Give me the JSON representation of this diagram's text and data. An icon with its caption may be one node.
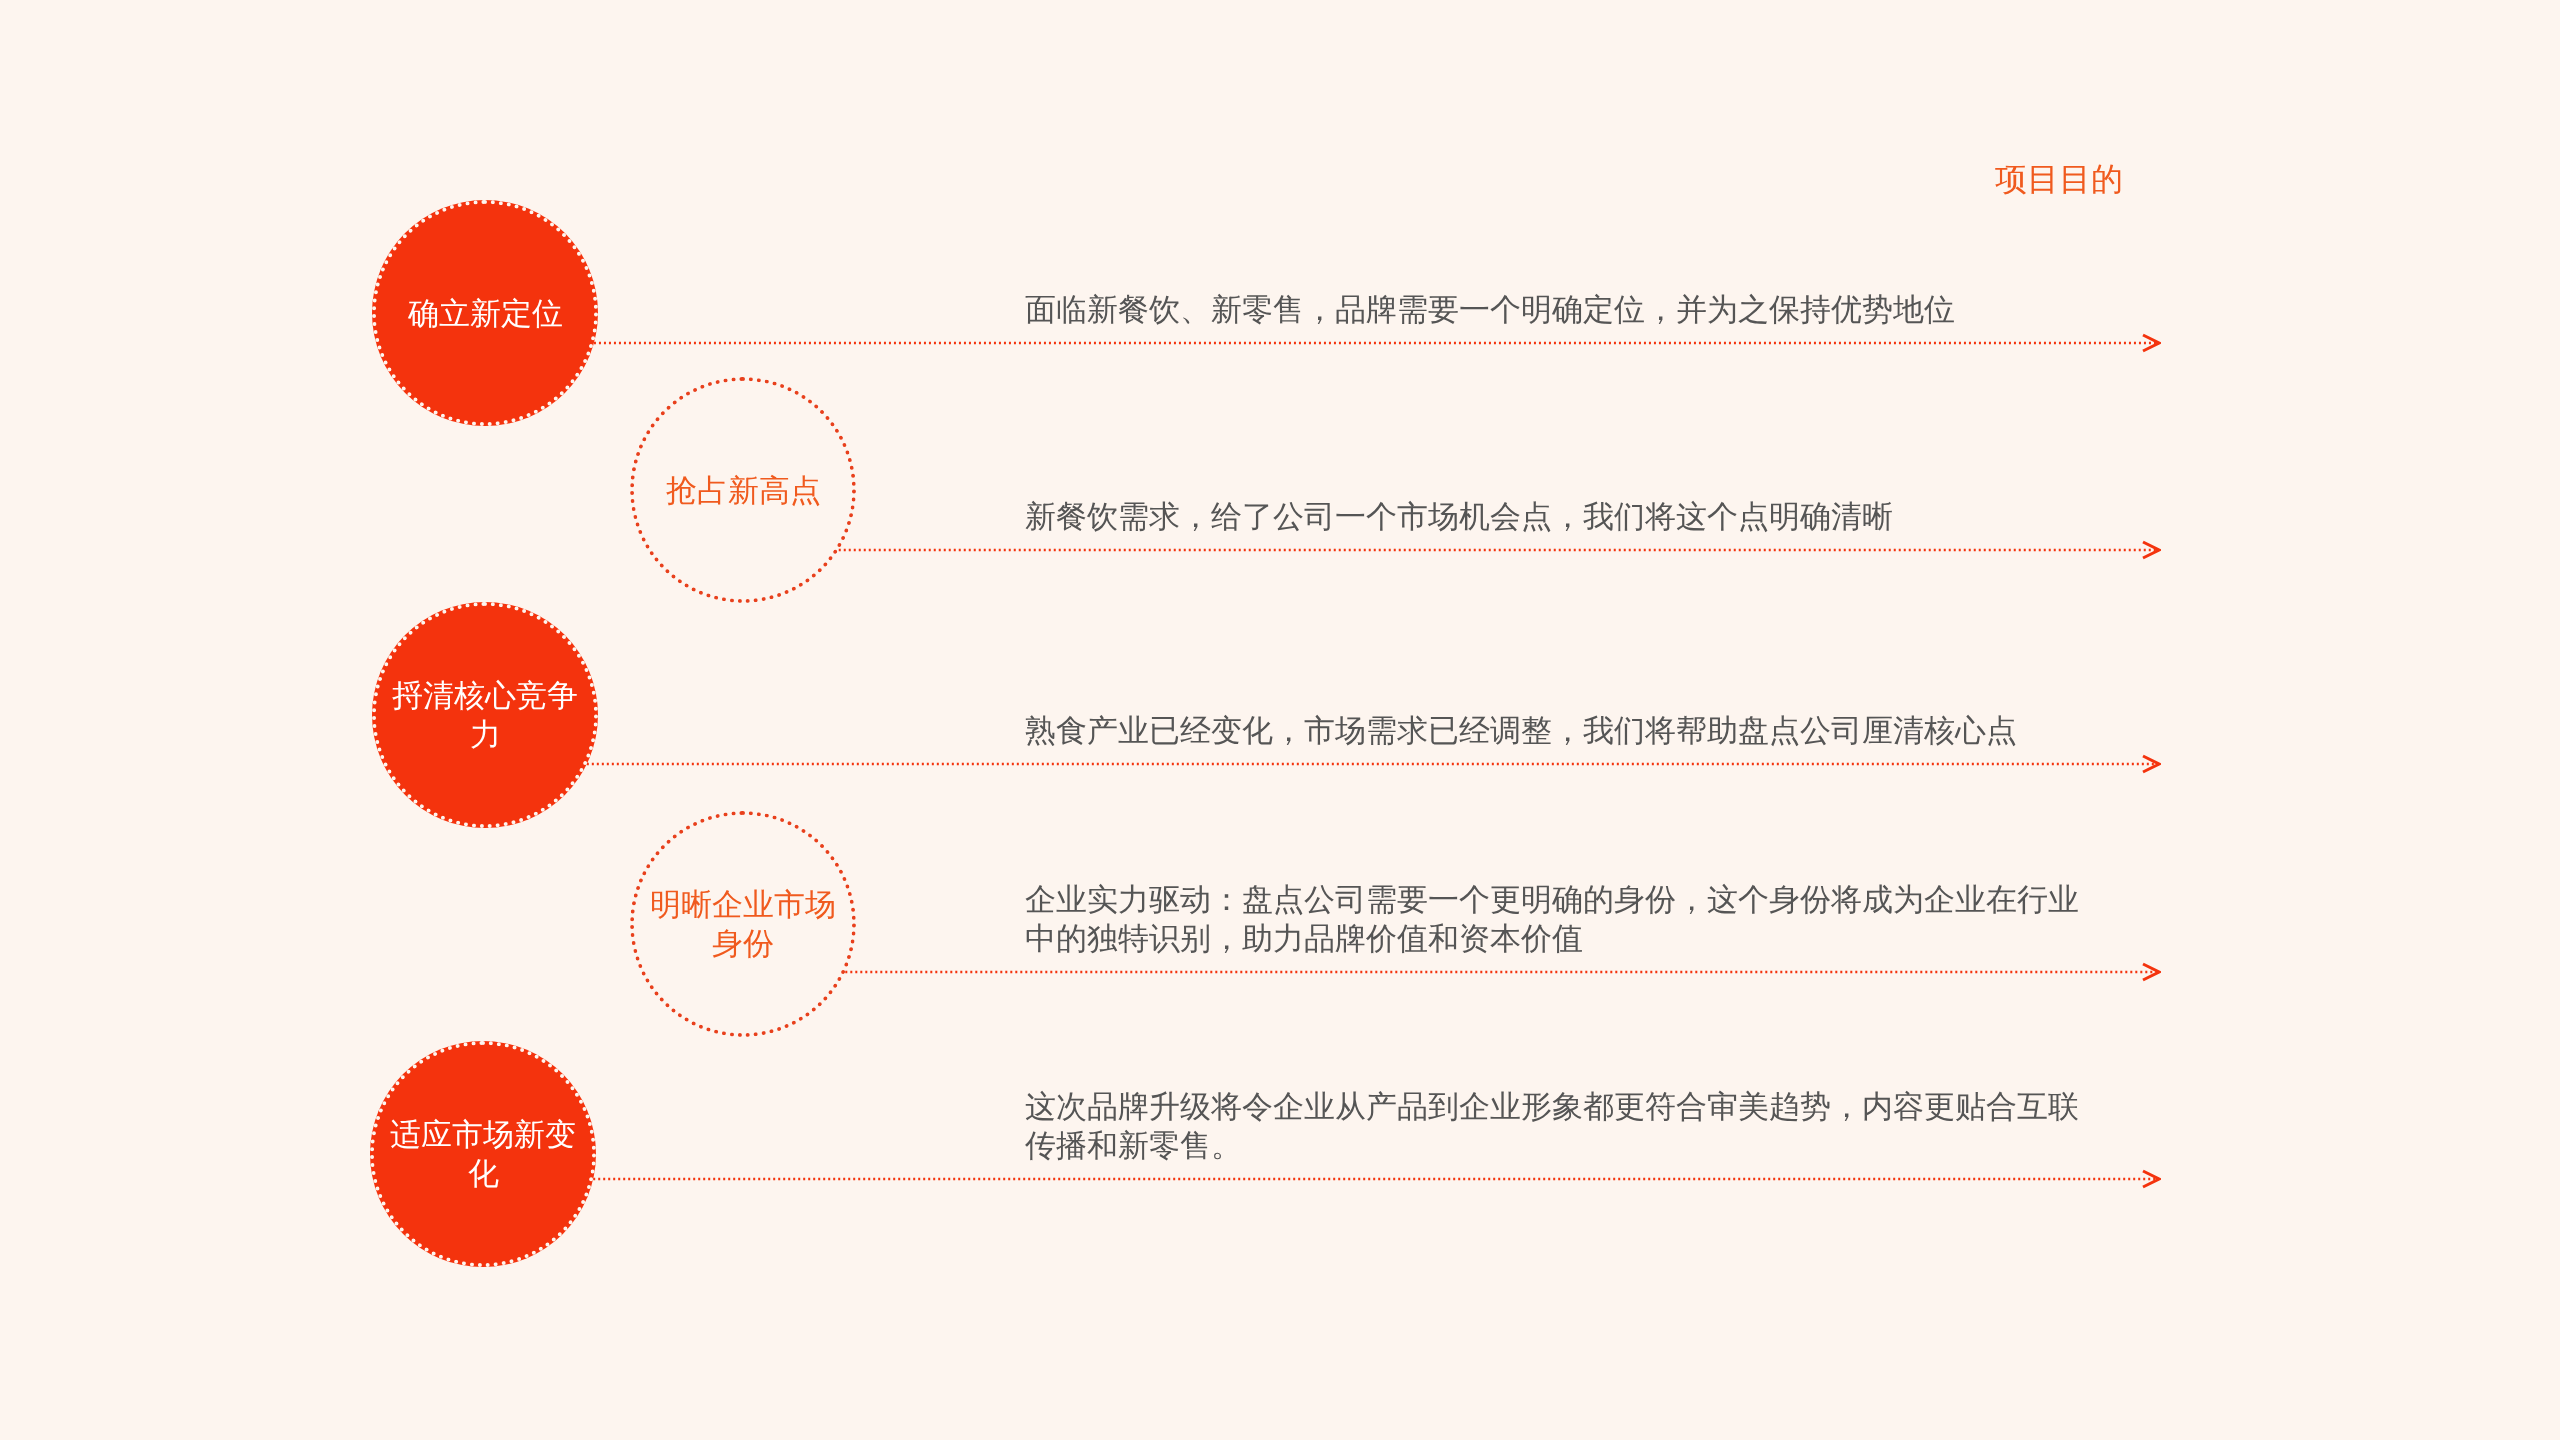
{
  "diagram": {
    "title": "项目目的",
    "nodes": [
      {
        "text": [
          "确立新定位"
        ]
      },
      {
        "text": [
          "抢占新高点"
        ]
      },
      {
        "text": [
          "捋清核心竞争力"
        ]
      },
      {
        "text": [
          "明晰企业市场身份"
        ]
      },
      {
        "text": [
          "适应市场新变化"
        ]
      }
    ],
    "edges": [
      {
        "from": 0,
        "to": null,
        "arrow": "to",
        "label": "面临新餐饮、新零售，品牌需要一个明确定位，并为之保持优势地位"
      },
      {
        "from": 1,
        "to": null,
        "arrow": "to",
        "label": "新餐饮需求，给了公司一个市场机会点，我们将这个点明确清晰"
      },
      {
        "from": 2,
        "to": null,
        "arrow": "to",
        "label": "熟食产业已经变化，市场需求已经调整，我们将帮助盘点公司厘清核心点"
      },
      {
        "from": 3,
        "to": null,
        "arrow": "to",
        "label": "企业实力驱动：盘点公司需要一个更明确的身份，这个身份将成为企业在行业中的独特识别，助力品牌价值和资本价值"
      },
      {
        "from": 4,
        "to": null,
        "arrow": "to",
        "label": "这次品牌升级将令企业从产品到企业形象都更符合审美趋势，内容更贴合互联传播和新零售。"
      }
    ]
  }
}
